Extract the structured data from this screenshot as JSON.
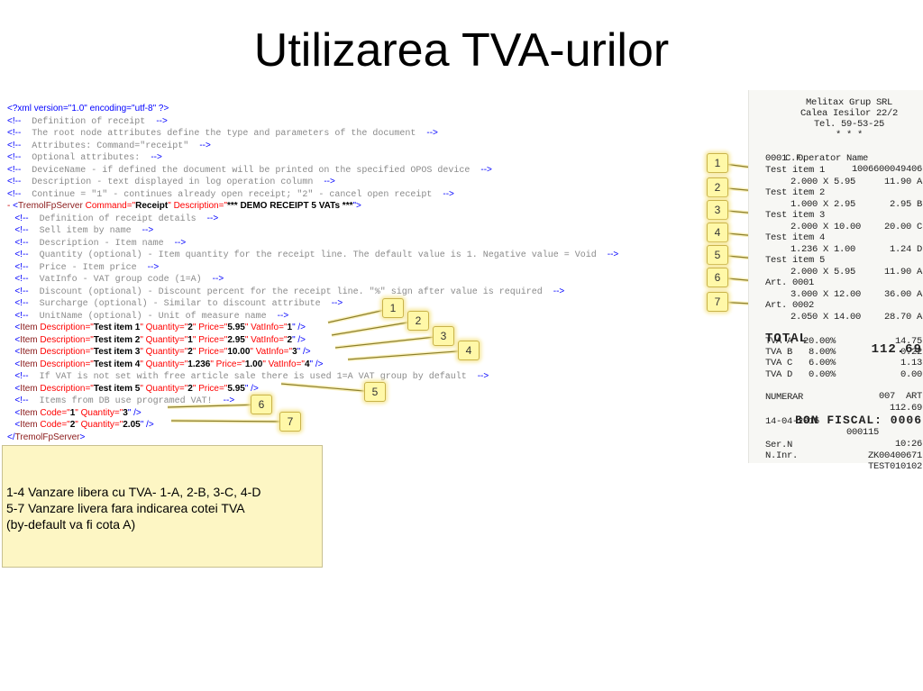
{
  "slide": {
    "title": "Utilizarea TVA-urilor"
  },
  "xml_lines": [
    [
      {
        "t": "<?xml version=\"1.0\" encoding=\"utf-8\" ?>",
        "c": "c-blue"
      }
    ],
    [
      {
        "t": "<!--",
        "c": "c-blue"
      },
      {
        "t": "  Definition of receipt  ",
        "c": "c-gray mono"
      },
      {
        "t": "-->",
        "c": "c-blue"
      }
    ],
    [
      {
        "t": "<!--",
        "c": "c-blue"
      },
      {
        "t": "  The root node attributes define the type and parameters of the document  ",
        "c": "c-gray mono"
      },
      {
        "t": "-->",
        "c": "c-blue"
      }
    ],
    [
      {
        "t": "<!--",
        "c": "c-blue"
      },
      {
        "t": "  Attributes: Command=\"receipt\"  ",
        "c": "c-gray mono"
      },
      {
        "t": "-->",
        "c": "c-blue"
      }
    ],
    [
      {
        "t": "<!--",
        "c": "c-blue"
      },
      {
        "t": "  Optional attributes:  ",
        "c": "c-gray mono"
      },
      {
        "t": "-->",
        "c": "c-blue"
      }
    ],
    [
      {
        "t": "<!--",
        "c": "c-blue"
      },
      {
        "t": "  DeviceName - if defined the document will be printed on the specified OPOS device  ",
        "c": "c-gray mono"
      },
      {
        "t": "-->",
        "c": "c-blue"
      }
    ],
    [
      {
        "t": "<!--",
        "c": "c-blue"
      },
      {
        "t": "  Description - text displayed in log operation column  ",
        "c": "c-gray mono"
      },
      {
        "t": "-->",
        "c": "c-blue"
      }
    ],
    [
      {
        "t": "<!--",
        "c": "c-blue"
      },
      {
        "t": "  Continue = \"1\" - continues already open receipt; \"2\" - cancel open receipt  ",
        "c": "c-gray mono"
      },
      {
        "t": "-->",
        "c": "c-blue"
      }
    ],
    [
      {
        "t": "- ",
        "c": "minus"
      },
      {
        "t": "<",
        "c": "c-blue"
      },
      {
        "t": "TremolFpServer",
        "c": "c-brown"
      },
      {
        "t": " Command=\"",
        "c": "c-red"
      },
      {
        "t": "Receipt",
        "c": "c-black bold"
      },
      {
        "t": "\" Description=\"",
        "c": "c-red"
      },
      {
        "t": "*** DEMO RECEIPT 5 VATs ***",
        "c": "c-black bold"
      },
      {
        "t": "\">",
        "c": "c-blue"
      }
    ],
    [
      {
        "t": "   <!--",
        "c": "c-blue"
      },
      {
        "t": "  Definition of receipt details  ",
        "c": "c-gray mono"
      },
      {
        "t": "-->",
        "c": "c-blue"
      }
    ],
    [
      {
        "t": "   <!--",
        "c": "c-blue"
      },
      {
        "t": "  Sell item by name  ",
        "c": "c-gray mono"
      },
      {
        "t": "-->",
        "c": "c-blue"
      }
    ],
    [
      {
        "t": "   <!--",
        "c": "c-blue"
      },
      {
        "t": "  Description - Item name  ",
        "c": "c-gray mono"
      },
      {
        "t": "-->",
        "c": "c-blue"
      }
    ],
    [
      {
        "t": "   <!--",
        "c": "c-blue"
      },
      {
        "t": "  Quantity (optional) - Item quantity for the receipt line. The default value is 1. Negative value = Void  ",
        "c": "c-gray mono"
      },
      {
        "t": "-->",
        "c": "c-blue"
      }
    ],
    [
      {
        "t": "   <!--",
        "c": "c-blue"
      },
      {
        "t": "  Price - Item price  ",
        "c": "c-gray mono"
      },
      {
        "t": "-->",
        "c": "c-blue"
      }
    ],
    [
      {
        "t": "   <!--",
        "c": "c-blue"
      },
      {
        "t": "  VatInfo - VAT group code (1=A)  ",
        "c": "c-gray mono"
      },
      {
        "t": "-->",
        "c": "c-blue"
      }
    ],
    [
      {
        "t": "   <!--",
        "c": "c-blue"
      },
      {
        "t": "  Discount (optional) - Discount percent for the receipt line. \"%\" sign after value is required  ",
        "c": "c-gray mono"
      },
      {
        "t": "-->",
        "c": "c-blue"
      }
    ],
    [
      {
        "t": "   <!--",
        "c": "c-blue"
      },
      {
        "t": "  Surcharge (optional) - Similar to discount attribute  ",
        "c": "c-gray mono"
      },
      {
        "t": "-->",
        "c": "c-blue"
      }
    ],
    [
      {
        "t": "   <!--",
        "c": "c-blue"
      },
      {
        "t": "  UnitName (optional) - Unit of measure name  ",
        "c": "c-gray mono"
      },
      {
        "t": "-->",
        "c": "c-blue"
      }
    ],
    [
      {
        "t": "   <",
        "c": "c-blue"
      },
      {
        "t": "Item",
        "c": "c-brown"
      },
      {
        "t": " Description=\"",
        "c": "c-red"
      },
      {
        "t": "Test item 1",
        "c": "c-black bold"
      },
      {
        "t": "\" Quantity=\"",
        "c": "c-red"
      },
      {
        "t": "2",
        "c": "c-black bold"
      },
      {
        "t": "\" Price=\"",
        "c": "c-red"
      },
      {
        "t": "5.95",
        "c": "c-black bold"
      },
      {
        "t": "\" VatInfo=\"",
        "c": "c-red"
      },
      {
        "t": "1",
        "c": "c-black bold"
      },
      {
        "t": "\" />",
        "c": "c-blue"
      }
    ],
    [
      {
        "t": "   <",
        "c": "c-blue"
      },
      {
        "t": "Item",
        "c": "c-brown"
      },
      {
        "t": " Description=\"",
        "c": "c-red"
      },
      {
        "t": "Test item 2",
        "c": "c-black bold"
      },
      {
        "t": "\" Quantity=\"",
        "c": "c-red"
      },
      {
        "t": "1",
        "c": "c-black bold"
      },
      {
        "t": "\" Price=\"",
        "c": "c-red"
      },
      {
        "t": "2.95",
        "c": "c-black bold"
      },
      {
        "t": "\" VatInfo=\"",
        "c": "c-red"
      },
      {
        "t": "2",
        "c": "c-black bold"
      },
      {
        "t": "\" />",
        "c": "c-blue"
      }
    ],
    [
      {
        "t": "   <",
        "c": "c-blue"
      },
      {
        "t": "Item",
        "c": "c-brown"
      },
      {
        "t": " Description=\"",
        "c": "c-red"
      },
      {
        "t": "Test item 3",
        "c": "c-black bold"
      },
      {
        "t": "\" Quantity=\"",
        "c": "c-red"
      },
      {
        "t": "2",
        "c": "c-black bold"
      },
      {
        "t": "\" Price=\"",
        "c": "c-red"
      },
      {
        "t": "10.00",
        "c": "c-black bold"
      },
      {
        "t": "\" VatInfo=\"",
        "c": "c-red"
      },
      {
        "t": "3",
        "c": "c-black bold"
      },
      {
        "t": "\" />",
        "c": "c-blue"
      }
    ],
    [
      {
        "t": "   <",
        "c": "c-blue"
      },
      {
        "t": "Item",
        "c": "c-brown"
      },
      {
        "t": " Description=\"",
        "c": "c-red"
      },
      {
        "t": "Test item 4",
        "c": "c-black bold"
      },
      {
        "t": "\" Quantity=\"",
        "c": "c-red"
      },
      {
        "t": "1.236",
        "c": "c-black bold"
      },
      {
        "t": "\" Price=\"",
        "c": "c-red"
      },
      {
        "t": "1.00",
        "c": "c-black bold"
      },
      {
        "t": "\" VatInfo=\"",
        "c": "c-red"
      },
      {
        "t": "4",
        "c": "c-black bold"
      },
      {
        "t": "\" />",
        "c": "c-blue"
      }
    ],
    [
      {
        "t": "   <!--",
        "c": "c-blue"
      },
      {
        "t": "  If VAT is not set with free article sale there is used 1=A VAT group by default  ",
        "c": "c-gray mono"
      },
      {
        "t": "-->",
        "c": "c-blue"
      }
    ],
    [
      {
        "t": "   <",
        "c": "c-blue"
      },
      {
        "t": "Item",
        "c": "c-brown"
      },
      {
        "t": " Description=\"",
        "c": "c-red"
      },
      {
        "t": "Test item 5",
        "c": "c-black bold"
      },
      {
        "t": "\" Quantity=\"",
        "c": "c-red"
      },
      {
        "t": "2",
        "c": "c-black bold"
      },
      {
        "t": "\" Price=\"",
        "c": "c-red"
      },
      {
        "t": "5.95",
        "c": "c-black bold"
      },
      {
        "t": "\" />",
        "c": "c-blue"
      }
    ],
    [
      {
        "t": "   <!--",
        "c": "c-blue"
      },
      {
        "t": "  Items from DB use programed VAT!  ",
        "c": "c-gray mono"
      },
      {
        "t": "-->",
        "c": "c-blue"
      }
    ],
    [
      {
        "t": "   <",
        "c": "c-blue"
      },
      {
        "t": "Item",
        "c": "c-brown"
      },
      {
        "t": " Code=\"",
        "c": "c-red"
      },
      {
        "t": "1",
        "c": "c-black bold"
      },
      {
        "t": "\" Quantity=\"",
        "c": "c-red"
      },
      {
        "t": "3",
        "c": "c-black bold"
      },
      {
        "t": "\" />",
        "c": "c-blue"
      }
    ],
    [
      {
        "t": "   <",
        "c": "c-blue"
      },
      {
        "t": "Item",
        "c": "c-brown"
      },
      {
        "t": " Code=\"",
        "c": "c-red"
      },
      {
        "t": "2",
        "c": "c-black bold"
      },
      {
        "t": "\" Quantity=\"",
        "c": "c-red"
      },
      {
        "t": "2.05",
        "c": "c-black bold"
      },
      {
        "t": "\" />",
        "c": "c-blue"
      }
    ],
    [
      {
        "t": "</",
        "c": "c-blue"
      },
      {
        "t": "TremolFpServer",
        "c": "c-brown"
      },
      {
        "t": ">",
        "c": "c-blue"
      }
    ]
  ],
  "xml_callouts": [
    "1",
    "2",
    "3",
    "4",
    "5",
    "6",
    "7"
  ],
  "receipt_callouts": [
    "1",
    "2",
    "3",
    "4",
    "5",
    "6",
    "7"
  ],
  "note": {
    "lines": [
      "1-4 Vanzare libera cu TVA- 1-A, 2-B, 3-C, 4-D",
      "5-7 Vanzare livera fara indicarea cotei TVA",
      "(by-default va fi cota A)"
    ]
  },
  "receipt": {
    "header": [
      "Melitax Grup SRL",
      "Calea Iesilor 22/2",
      "Tel. 59-53-25",
      "* * *"
    ],
    "cf": {
      "label": "C.F.",
      "value": "1006600049406"
    },
    "operator": "0001  Operator Name",
    "items": [
      {
        "name": "Test item 1",
        "qty_price": "2.000 X 5.95",
        "amount": "11.90 A"
      },
      {
        "name": "Test item 2",
        "qty_price": "1.000 X 2.95",
        "amount": "2.95 B"
      },
      {
        "name": "Test item 3",
        "qty_price": "2.000 X 10.00",
        "amount": "20.00 C"
      },
      {
        "name": "Test item 4",
        "qty_price": "1.236 X 1.00",
        "amount": "1.24 D"
      },
      {
        "name": "Test item 5",
        "qty_price": "2.000 X 5.95",
        "amount": "11.90 A"
      },
      {
        "name": "Art. 0001",
        "qty_price": "3.000 X 12.00",
        "amount": "36.00 A"
      },
      {
        "name": "Art. 0002",
        "qty_price": "2.050 X 14.00",
        "amount": "28.70 A"
      }
    ],
    "total": {
      "label": "TOTAL",
      "value": "112.69"
    },
    "vats": [
      {
        "label": "TVA A  20.00%",
        "value": "14.75"
      },
      {
        "label": "TVA B   8.00%",
        "value": "0.22"
      },
      {
        "label": "TVA C   6.00%",
        "value": "1.13"
      },
      {
        "label": "TVA D   0.00%",
        "value": "0.00"
      }
    ],
    "numerar": {
      "label": "NUMERAR",
      "value": "112.69"
    },
    "art_count": "007  ART",
    "date": "14-04-2015",
    "doc_no": "000115",
    "time": "10:26",
    "fiscal": "BON FISCAL: 0006",
    "ser": {
      "label": "Ser.N",
      "value": "ZK00400671"
    },
    "inr": {
      "label": "N.Inr.",
      "value": "TEST010102"
    }
  }
}
